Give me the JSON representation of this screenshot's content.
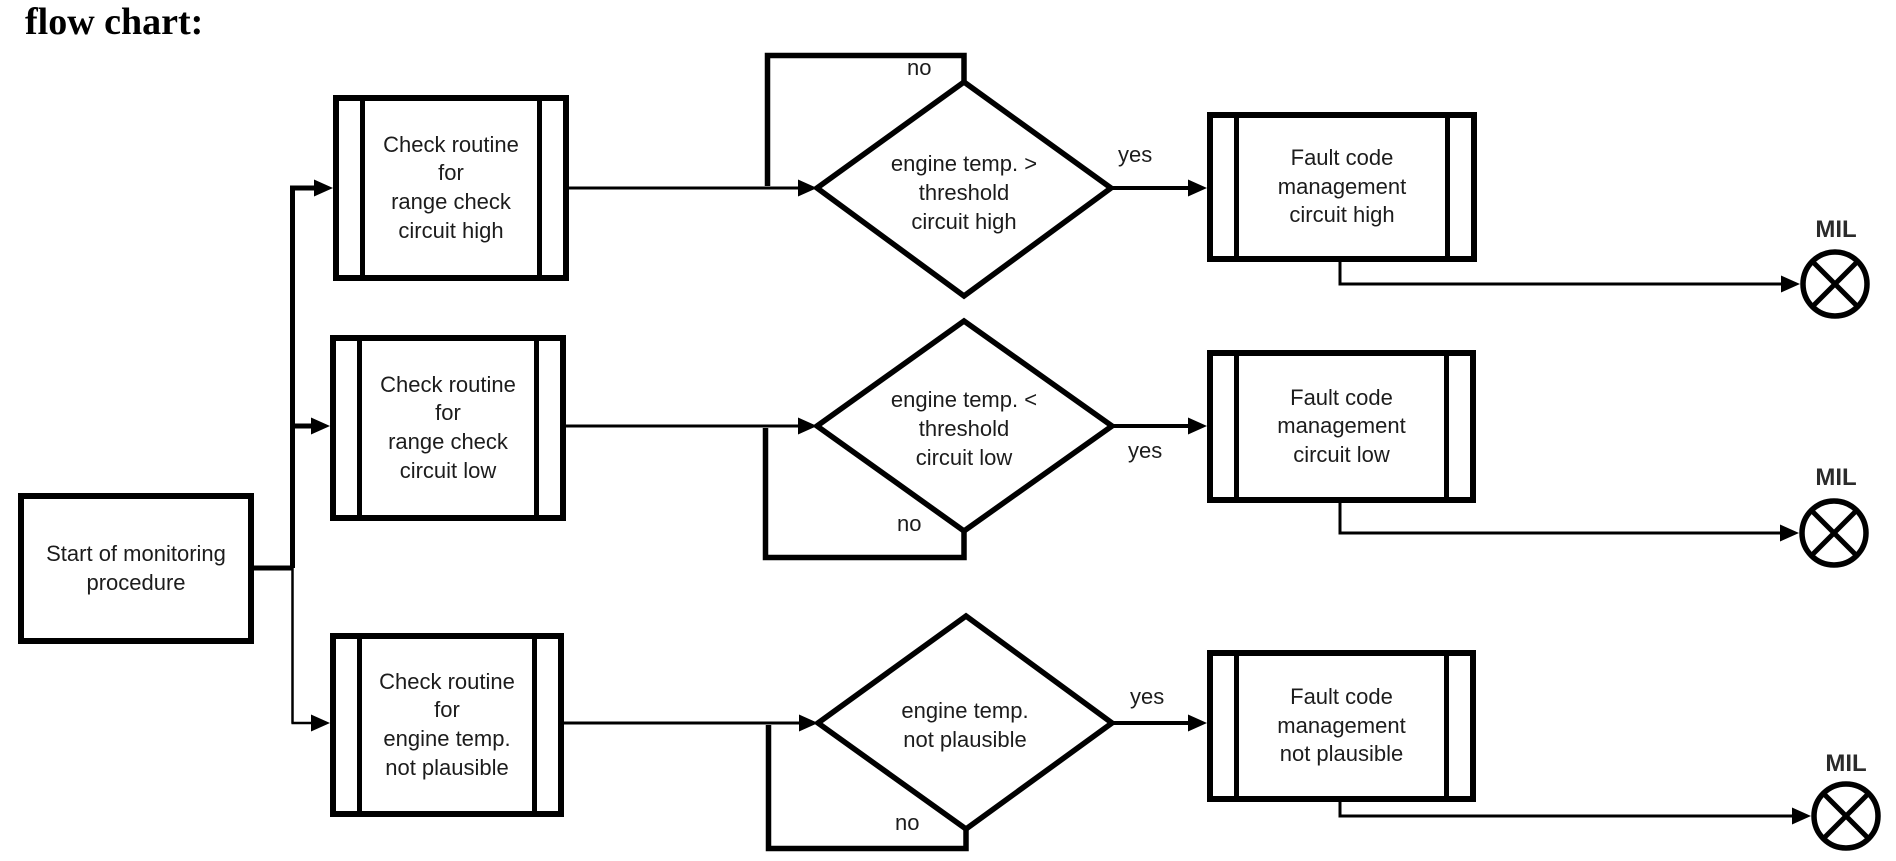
{
  "page": {
    "title": "flow chart:"
  },
  "colors": {
    "ink": "#000000",
    "text": "#1c1c1c",
    "background": "#ffffff"
  },
  "flowchart": {
    "start": {
      "label": "Start of monitoring\nprocedure"
    },
    "rows": [
      {
        "check_label": "Check routine\nfor\nrange check\ncircuit high",
        "decision_label": "engine temp. >\nthreshold\ncircuit high",
        "yes_label": "yes",
        "no_label": "no",
        "fault_label": "Fault code\nmanagement\ncircuit high",
        "mil_label": "MIL"
      },
      {
        "check_label": "Check routine\nfor\nrange check\ncircuit low",
        "decision_label": "engine temp. <\nthreshold\ncircuit low",
        "yes_label": "yes",
        "no_label": "no",
        "fault_label": "Fault code\nmanagement\ncircuit low",
        "mil_label": "MIL"
      },
      {
        "check_label": "Check routine\nfor\nengine temp.\nnot plausible",
        "decision_label": "engine temp.\nnot plausible",
        "yes_label": "yes",
        "no_label": "no",
        "fault_label": "Fault code\nmanagement\nnot plausible",
        "mil_label": "MIL"
      }
    ]
  }
}
